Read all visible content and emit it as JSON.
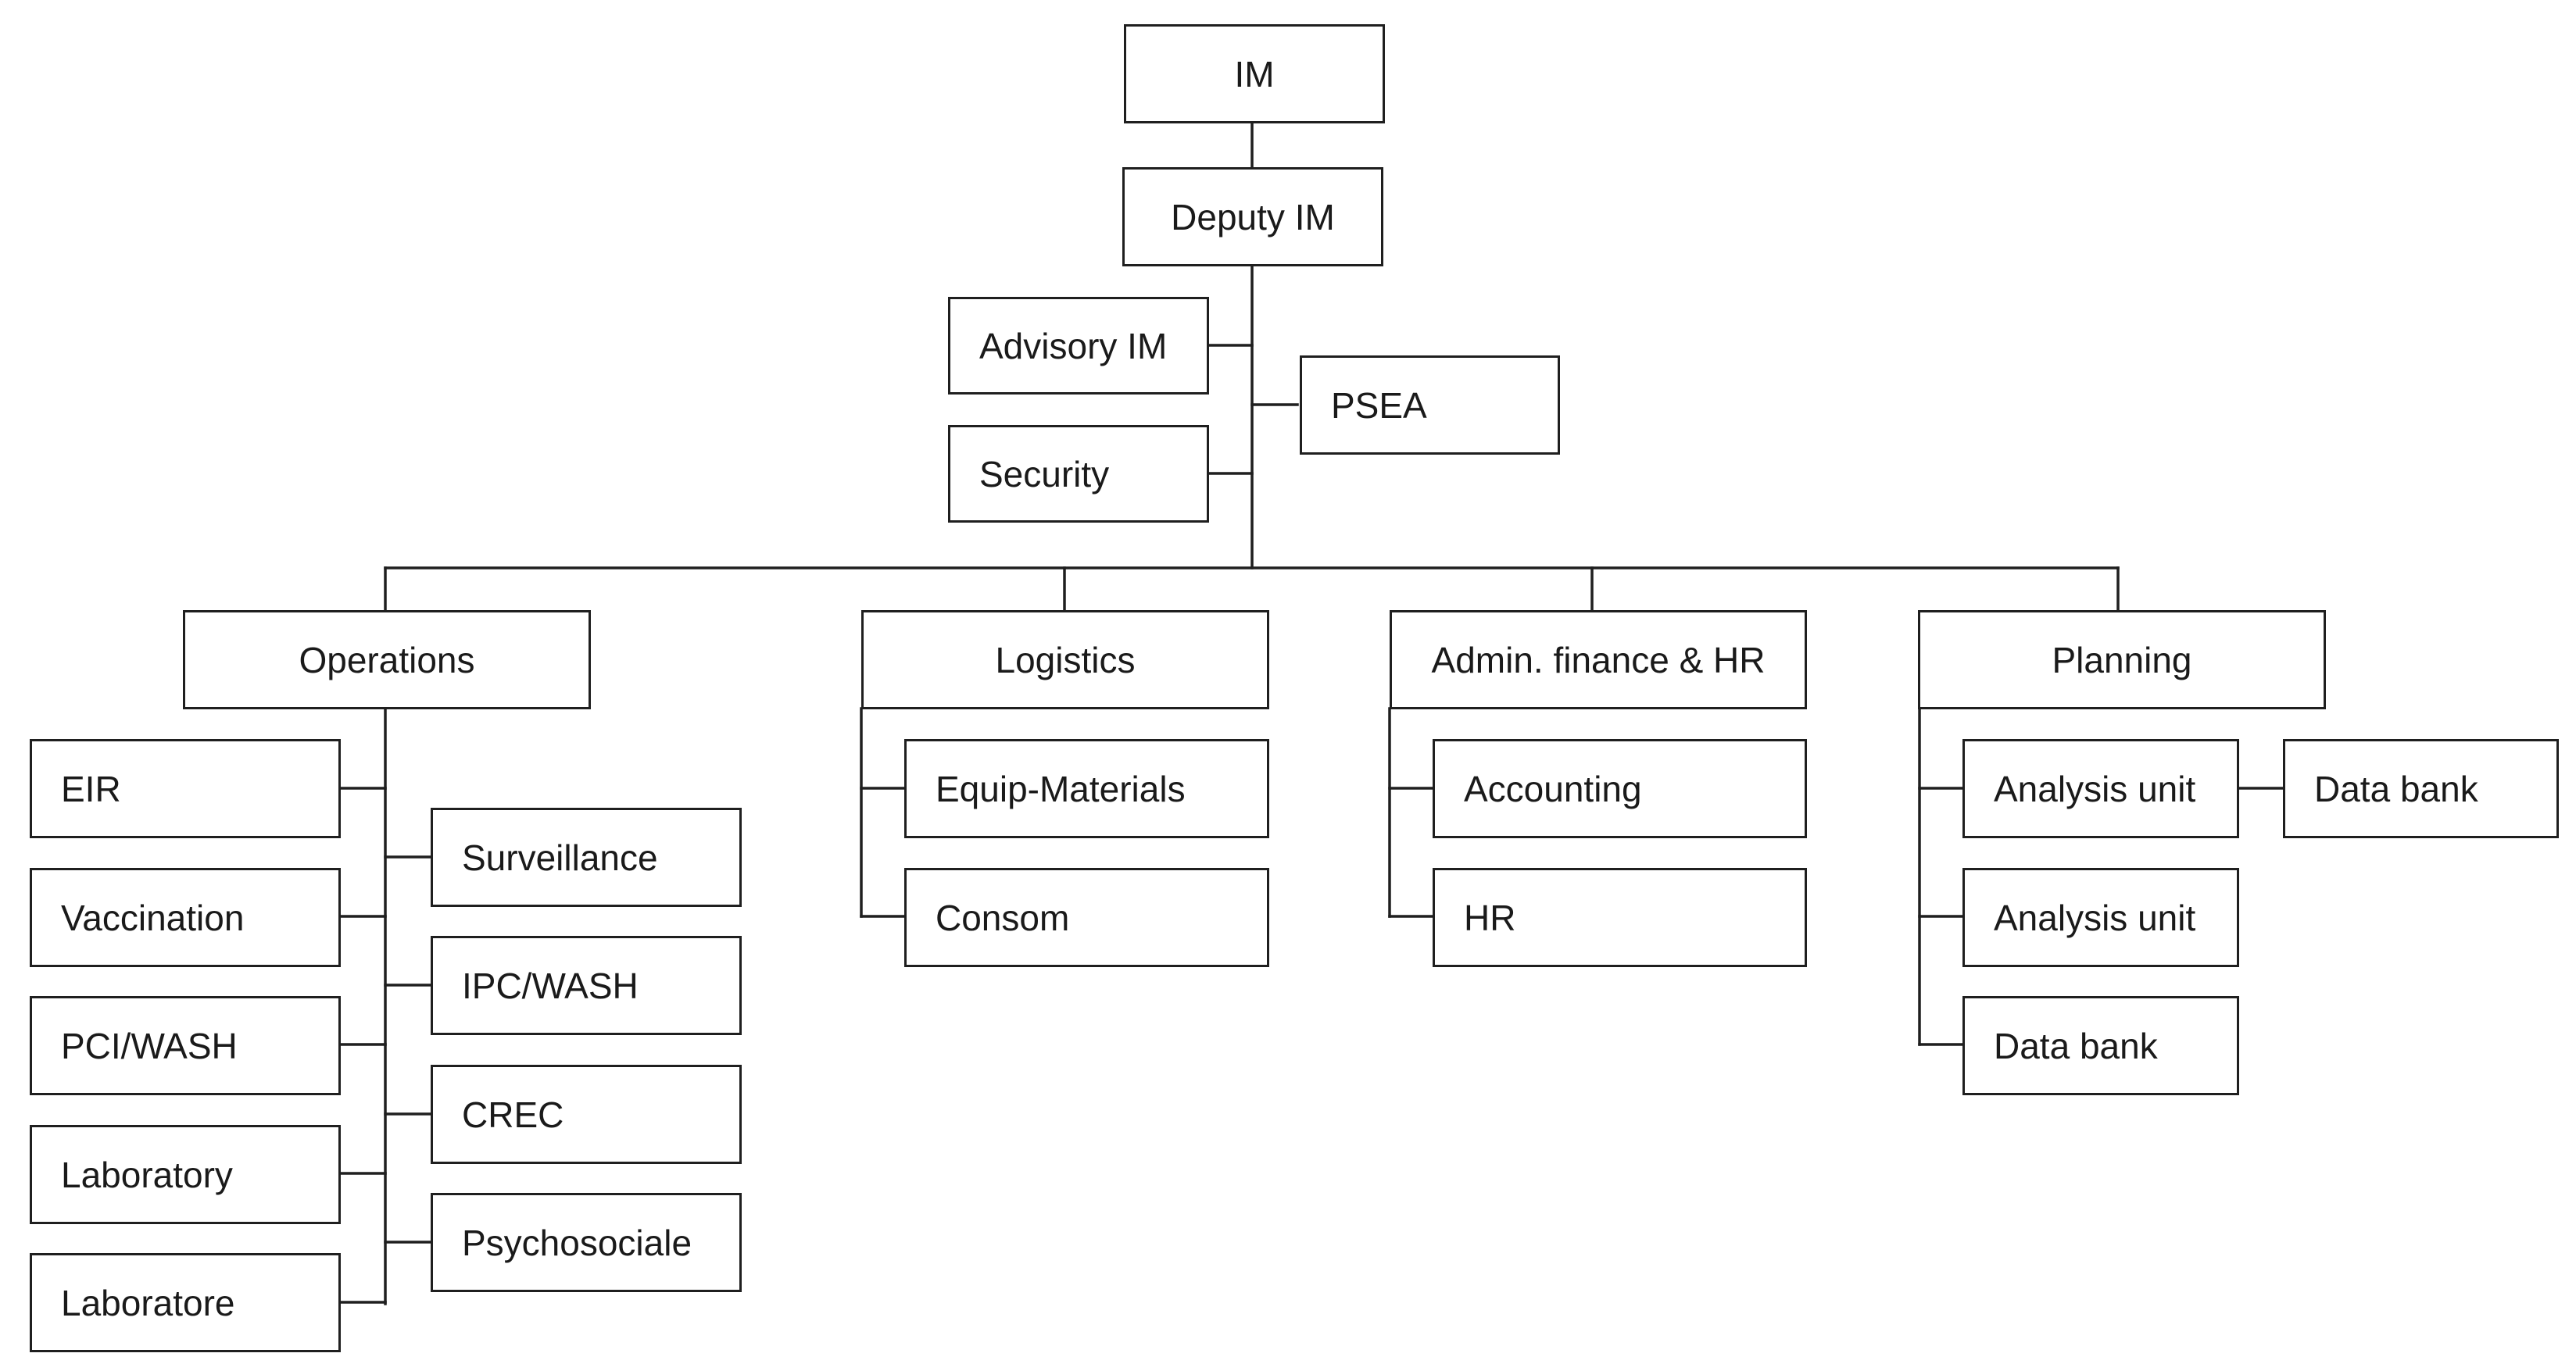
{
  "org_chart": {
    "im": "IM",
    "deputy_im": "Deputy IM",
    "advisory_im": "Advisory IM",
    "security": "Security",
    "psea": "PSEA",
    "operations": {
      "label": "Operations",
      "left": [
        "EIR",
        "Vaccination",
        "PCI/WASH",
        "Laboratory",
        "Laboratore"
      ],
      "right": [
        "Surveillance",
        "IPC/WASH",
        "CREC",
        "Psychosociale"
      ]
    },
    "logistics": {
      "label": "Logistics",
      "children": [
        "Equip-Materials",
        "Consom"
      ]
    },
    "admin": {
      "label": "Admin. finance & HR",
      "children": [
        "Accounting",
        "HR"
      ]
    },
    "planning": {
      "label": "Planning",
      "children": [
        "Analysis unit",
        "Analysis unit",
        "Data bank"
      ],
      "side": "Data bank"
    }
  }
}
